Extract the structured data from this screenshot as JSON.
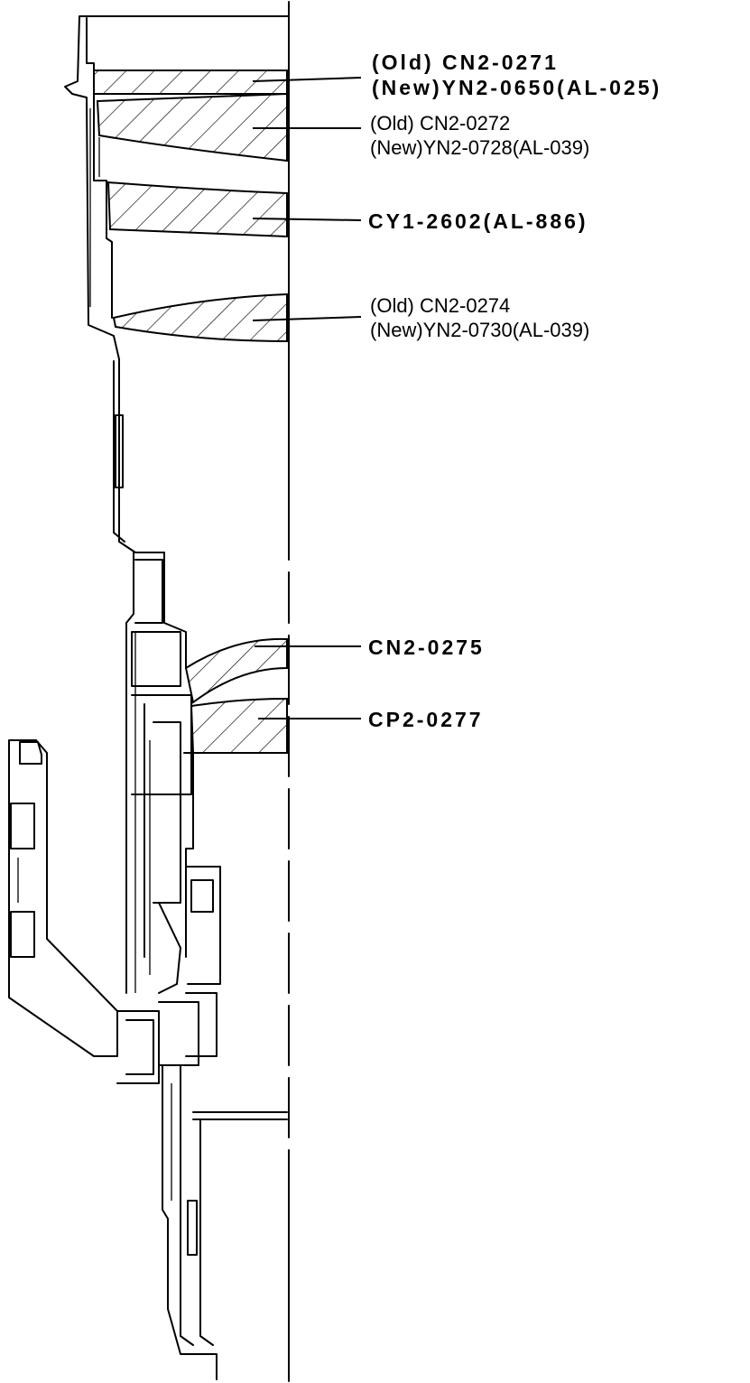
{
  "labels": {
    "lens1": {
      "line1": "(Old) CN2-0271",
      "line2": "(New)YN2-0650(AL-025)"
    },
    "lens2": {
      "line1": "(Old) CN2-0272",
      "line2": "(New)YN2-0728(AL-039)"
    },
    "lens3": {
      "line1": "CY1-2602(AL-886)"
    },
    "lens4": {
      "line1": "(Old) CN2-0274",
      "line2": "(New)YN2-0730(AL-039)"
    },
    "lens5": {
      "line1": "CN2-0275"
    },
    "lens6": {
      "line1": "CP2-0277"
    }
  },
  "colors": {
    "ink": "#000000",
    "paper": "#ffffff"
  }
}
